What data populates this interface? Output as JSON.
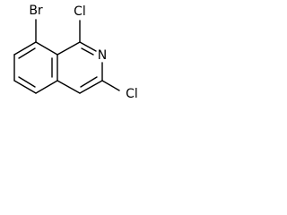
{
  "molecule": {
    "atoms": {
      "br": "Br",
      "cl1": "Cl",
      "n": "N",
      "cl3": "Cl"
    }
  }
}
